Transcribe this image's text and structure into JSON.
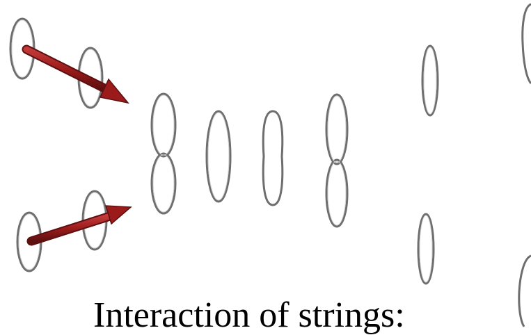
{
  "caption": "Interaction of strings:",
  "colors": {
    "ring_stroke": "#6e6e6e",
    "ring_highlight": "#c8c8c8",
    "arrow_fill": "#9b1b1b",
    "arrow_dark": "#5e0f0f",
    "background": "#ffffff"
  },
  "icons": [
    "string-loop",
    "motion-arrow"
  ]
}
